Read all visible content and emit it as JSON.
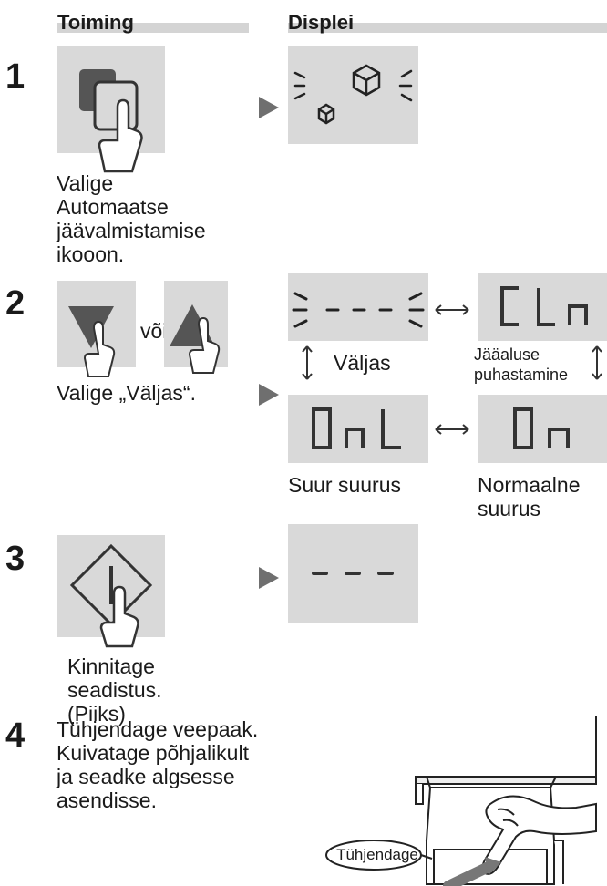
{
  "headers": {
    "action": "Toiming",
    "display": "Displei"
  },
  "steps": [
    {
      "number": "1",
      "caption": "Valige\nAutomaatse\njäävalmistamise\nikooon."
    },
    {
      "number": "2",
      "connector": "või",
      "caption": "Valige „Väljas“.",
      "modes": {
        "off": {
          "segments": "- - -",
          "label": "Väljas"
        },
        "clean": {
          "segments": "CLn",
          "label": "Jääaluse\npuhastamine"
        },
        "large": {
          "segments": "OnL",
          "label": "Suur suurus"
        },
        "normal": {
          "segments": "On",
          "label": "Normaalne\nsuurus"
        }
      }
    },
    {
      "number": "3",
      "segments": "- - -",
      "caption": "Kinnitage\nseadistus.\n(Piiks)"
    },
    {
      "number": "4",
      "caption": "Tühjendage veepaak.\nKuivatage põhjalikult\nja seadke algsesse\nasendisse.",
      "callout": "Tühjendage"
    }
  ],
  "colors": {
    "panel": "#d9d9d9",
    "arrow": "#6f6f6f",
    "segment": "#333333"
  }
}
